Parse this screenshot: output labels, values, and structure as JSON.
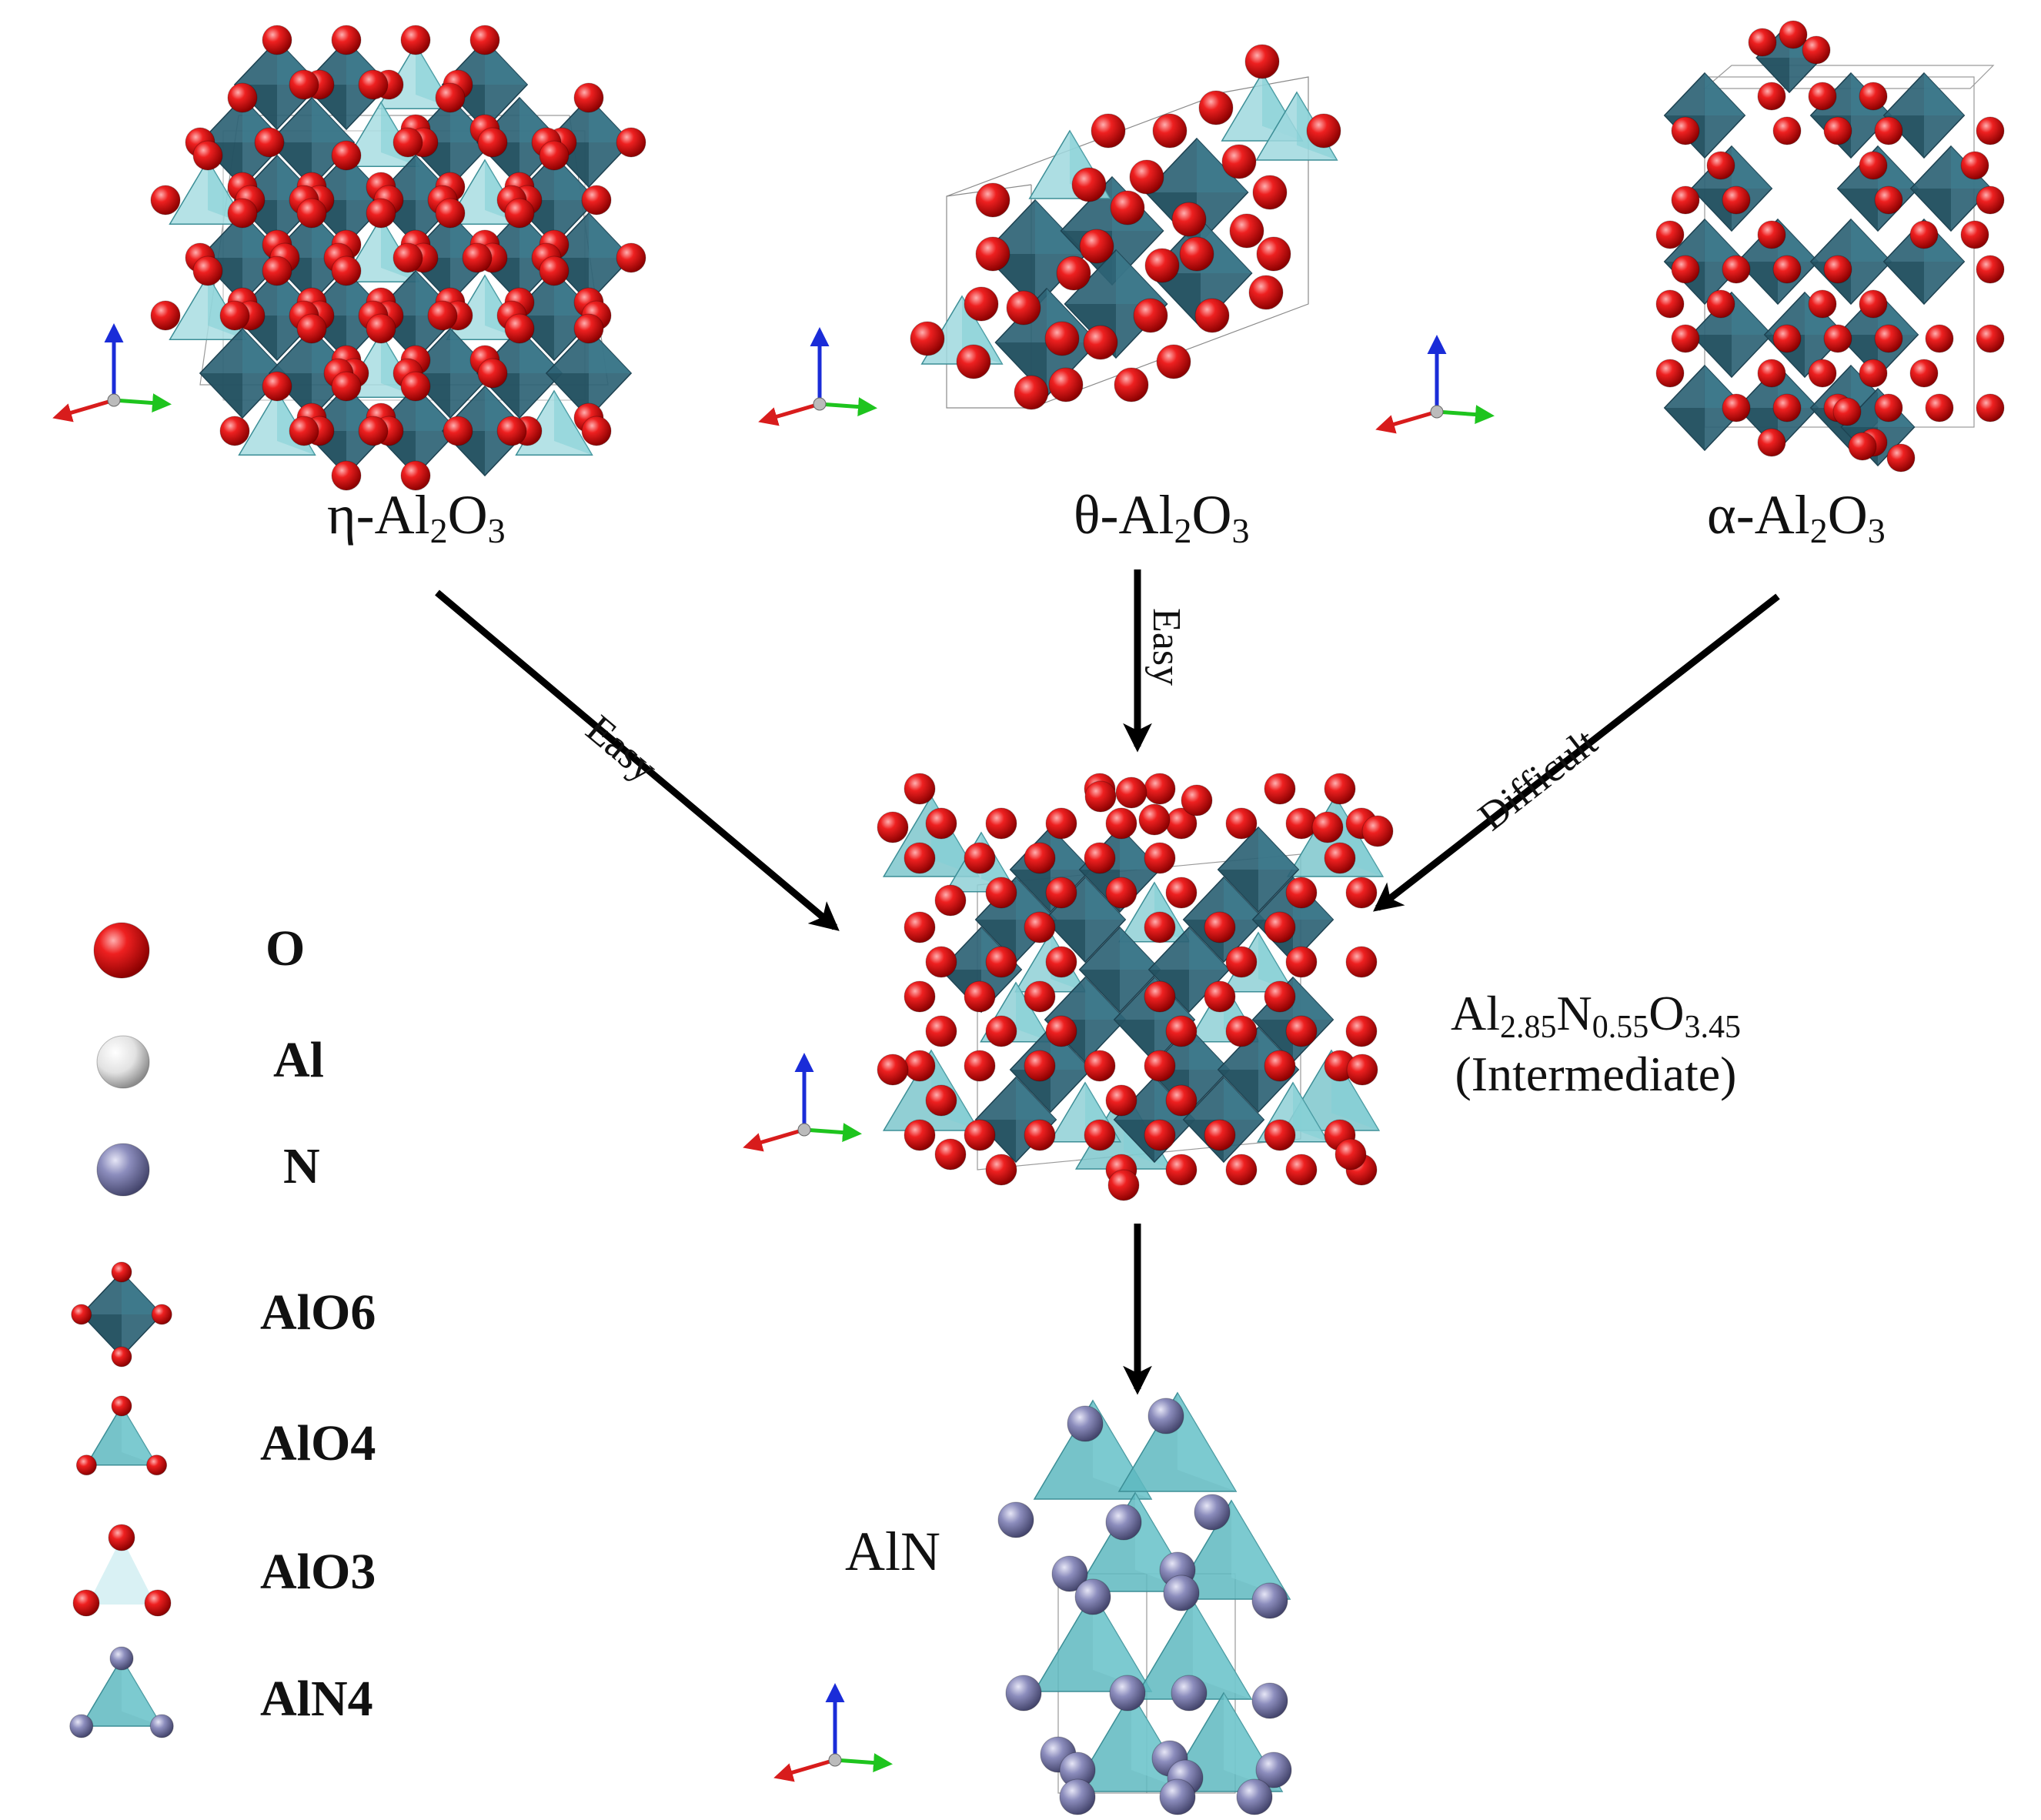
{
  "phases": {
    "eta": {
      "greek": "η",
      "rest": "-Al",
      "s1": "2",
      "o": "O",
      "s2": "3"
    },
    "theta": {
      "greek": "θ",
      "rest": "-Al",
      "s1": "2",
      "o": "O",
      "s2": "3"
    },
    "alpha": {
      "greek": "α",
      "rest": "-Al",
      "s1": "2",
      "o": "O",
      "s2": "3"
    }
  },
  "intermediate": {
    "al": "Al",
    "al_sub": "2.85",
    "n": "N",
    "n_sub": "0.55",
    "o": "O",
    "o_sub": "3.45",
    "label": "(Intermediate)"
  },
  "product": "AlN",
  "edges": {
    "eta": "Easy",
    "theta": "Easy",
    "alpha": "Difficult"
  },
  "legend": [
    "O",
    "Al",
    "N",
    "AlO6",
    "AlO4",
    "AlO3",
    "AlN4"
  ],
  "colors": {
    "oxygen": "#d8141a",
    "nitrogen": "#7f80b0",
    "aluminum": "#e4e4e4",
    "octahedron": "#2e6375",
    "tetrahedron": "#5eb8c0",
    "arrow": "#000000",
    "axis_x": "#d81c1c",
    "axis_y": "#1ec41e",
    "axis_z": "#1a2cd8"
  }
}
